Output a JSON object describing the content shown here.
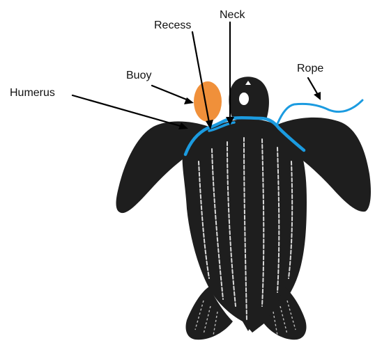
{
  "labels": {
    "recess": "Recess",
    "neck": "Neck",
    "rope": "Rope",
    "buoy": "Buoy",
    "humerus": "Humerus"
  },
  "colors": {
    "turtle": "#1e1e1e",
    "rope": "#1b9be0",
    "buoy": "#f0903a",
    "background": "#ffffff",
    "ridges": "#d9d9d9"
  }
}
